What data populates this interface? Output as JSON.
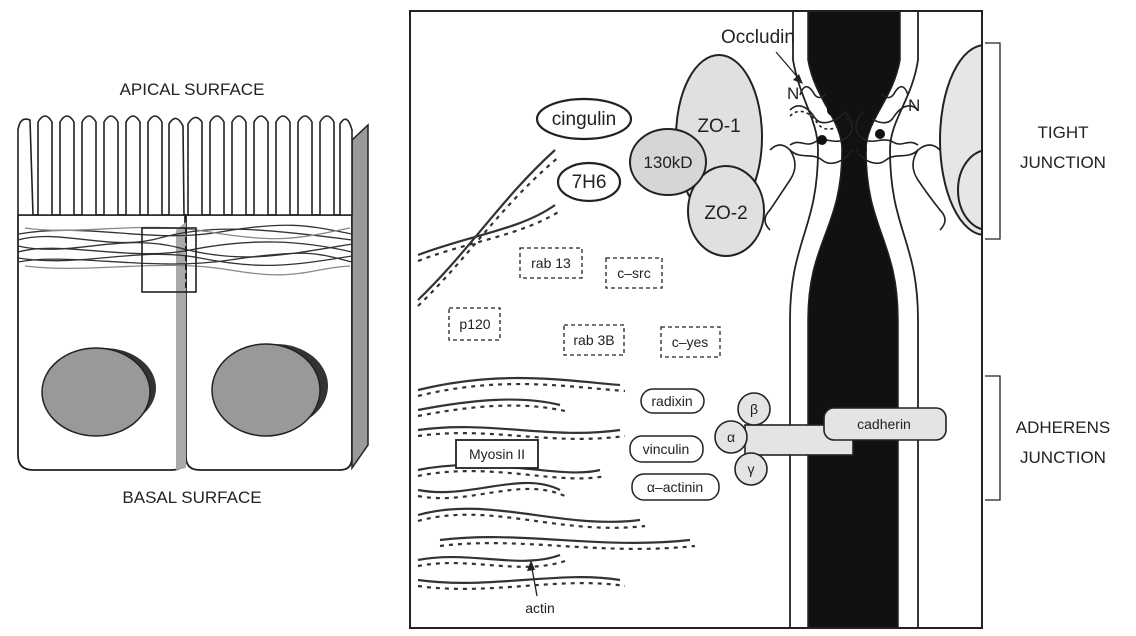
{
  "cell_overview": {
    "apical_label": "APICAL SURFACE",
    "basal_label": "BASAL SURFACE"
  },
  "proteins": {
    "occludin": "Occludin",
    "n_left": "N",
    "n_right": "N",
    "zo1": "ZO-1",
    "p130": "130kD",
    "zo2": "ZO-2",
    "cingulin": "cingulin",
    "h7h6": "7H6",
    "rab13": "rab 13",
    "csrc": "c–src",
    "p120": "p120",
    "rab3b": "rab 3B",
    "cyes": "c–yes",
    "radixin": "radixin",
    "vinculin": "vinculin",
    "alpha_actinin": "α–actinin",
    "myosin": "Myosin II",
    "actin": "actin",
    "alpha": "α",
    "beta": "β",
    "gamma": "γ",
    "cadherin": "cadherin"
  },
  "junctions": {
    "tight_1": "TIGHT",
    "tight_2": "JUNCTION",
    "adherens_1": "ADHERENS",
    "adherens_2": "JUNCTION"
  }
}
